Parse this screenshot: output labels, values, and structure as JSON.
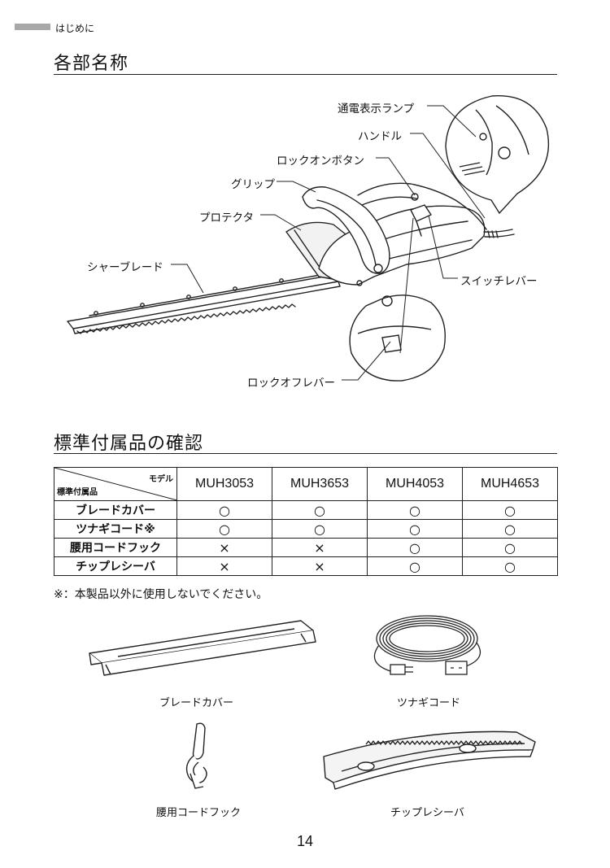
{
  "header": {
    "section": "はじめに"
  },
  "parts": {
    "title": "各部名称",
    "labels": {
      "lamp": "通電表示ランプ",
      "handle": "ハンドル",
      "lock_on": "ロックオンボタン",
      "grip": "グリップ",
      "protector": "プロテクタ",
      "blade": "シャーブレード",
      "switch": "スイッチレバー",
      "lock_off": "ロックオフレバー"
    }
  },
  "accessories": {
    "title": "標準付属品の確認",
    "corner_model": "モデル",
    "corner_items": "標準付属品",
    "models": [
      "MUH3053",
      "MUH3653",
      "MUH4053",
      "MUH4653"
    ],
    "rows": [
      {
        "item": "ブレードカバー",
        "values": [
          "○",
          "○",
          "○",
          "○"
        ]
      },
      {
        "item": "ツナギコード※",
        "values": [
          "○",
          "○",
          "○",
          "○"
        ]
      },
      {
        "item": "腰用コードフック",
        "values": [
          "×",
          "×",
          "○",
          "○"
        ]
      },
      {
        "item": "チップレシーバ",
        "values": [
          "×",
          "×",
          "○",
          "○"
        ]
      }
    ],
    "note": "※：本製品以外に使用しないでください。",
    "captions": {
      "blade_cover": "ブレードカバー",
      "cord": "ツナギコード",
      "hook": "腰用コードフック",
      "receiver": "チップレシーバ"
    }
  },
  "page_number": "14"
}
